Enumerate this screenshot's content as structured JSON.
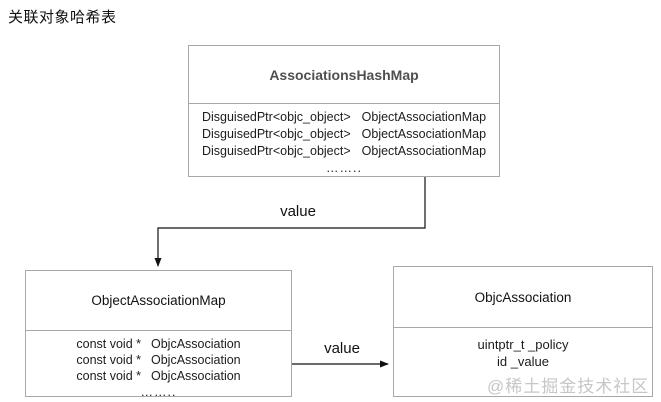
{
  "page": {
    "title": "关联对象哈希表",
    "watermark": "@稀土掘金技术社区"
  },
  "colors": {
    "border": "#a8a8a8",
    "text": "#1c1c1c",
    "header": "#4f4f4f",
    "arrow": "#111111",
    "watermark": "#bdbdbd"
  },
  "boxes": {
    "hashmap": {
      "title": "AssociationsHashMap",
      "rows": [
        {
          "left": "DisguisedPtr<objc_object>",
          "right": "ObjectAssociationMap"
        },
        {
          "left": "DisguisedPtr<objc_object>",
          "right": "ObjectAssociationMap"
        },
        {
          "left": "DisguisedPtr<objc_object>",
          "right": "ObjectAssociationMap"
        }
      ],
      "ellipsis": "…….."
    },
    "assocmap": {
      "title": "ObjectAssociationMap",
      "rows": [
        {
          "left": "const void *",
          "right": "ObjcAssociation"
        },
        {
          "left": "const void *",
          "right": "ObjcAssociation"
        },
        {
          "left": "const void *",
          "right": "ObjcAssociation"
        }
      ],
      "ellipsis": "…….."
    },
    "objcassoc": {
      "title": "ObjcAssociation",
      "rows": [
        "uintptr_t _policy",
        "id _value"
      ]
    }
  },
  "edges": [
    {
      "label": "value"
    },
    {
      "label": "value"
    }
  ]
}
